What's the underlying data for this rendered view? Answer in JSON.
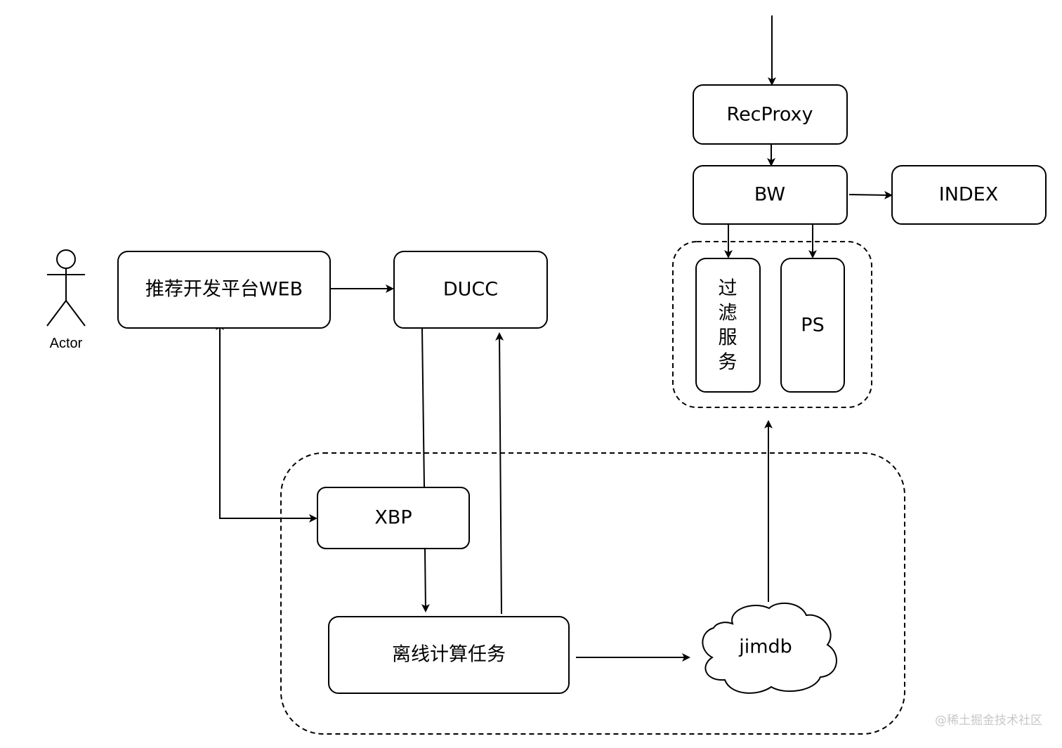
{
  "diagram": {
    "nodes": {
      "actor": {
        "label": "Actor"
      },
      "web": {
        "label": "推荐开发平台WEB"
      },
      "ducc": {
        "label": "DUCC"
      },
      "recproxy": {
        "label": "RecProxy"
      },
      "bw": {
        "label": "BW"
      },
      "index": {
        "label": "INDEX"
      },
      "filter": {
        "label": "过滤服务",
        "chars": [
          "过",
          "滤",
          "服",
          "务"
        ]
      },
      "ps": {
        "label": "PS"
      },
      "xbp": {
        "label": "XBP"
      },
      "offline": {
        "label": "离线计算任务"
      },
      "jimdb": {
        "label": "jimdb",
        "shape": "cloud"
      }
    },
    "groups": [
      {
        "name": "serving-group",
        "members": [
          "filter",
          "ps"
        ],
        "style": "dashed"
      },
      {
        "name": "offline-group",
        "members": [
          "xbp",
          "offline",
          "jimdb"
        ],
        "style": "dashed"
      }
    ],
    "edges": [
      {
        "from": "external",
        "to": "recproxy"
      },
      {
        "from": "recproxy",
        "to": "bw"
      },
      {
        "from": "bw",
        "to": "index"
      },
      {
        "from": "bw",
        "to": "filter"
      },
      {
        "from": "bw",
        "to": "ps"
      },
      {
        "from": "web",
        "to": "ducc"
      },
      {
        "from": "xbp",
        "to": "web",
        "bidirectional": true
      },
      {
        "from": "ducc",
        "to": "xbp",
        "arrow": false
      },
      {
        "from": "xbp",
        "to": "offline"
      },
      {
        "from": "offline",
        "to": "ducc"
      },
      {
        "from": "offline",
        "to": "jimdb"
      },
      {
        "from": "jimdb",
        "to": "serving-group"
      }
    ]
  },
  "watermark": "@稀土掘金技术社区"
}
